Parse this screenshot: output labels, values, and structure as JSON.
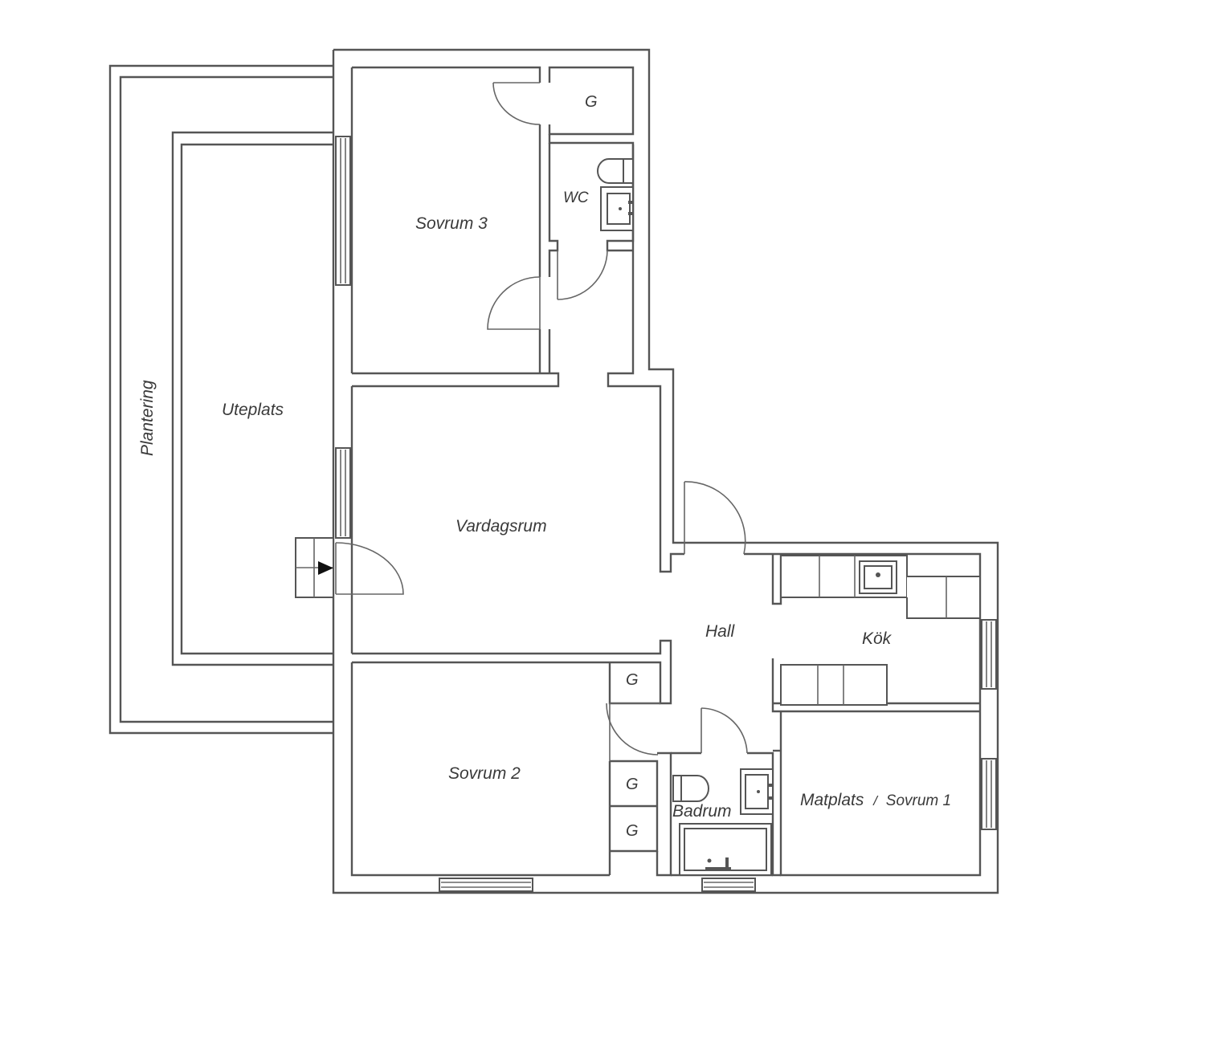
{
  "floor_plan": {
    "rooms": {
      "sovrum3": "Sovrum 3",
      "wc": "WC",
      "uteplats": "Uteplats",
      "plantering": "Plantering",
      "vardagsrum": "Vardagsrum",
      "hall": "Hall",
      "kok": "Kök",
      "sovrum2": "Sovrum 2",
      "badrum": "Badrum",
      "matplats": "Matplats",
      "matplats_sep": "/",
      "sovrum1": "Sovrum 1"
    },
    "closets": [
      "G",
      "G",
      "G",
      "G"
    ]
  }
}
